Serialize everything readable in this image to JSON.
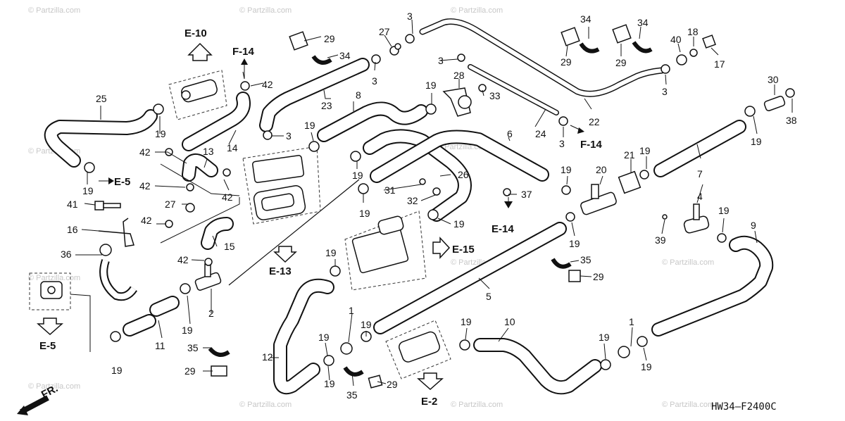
{
  "diagram": {
    "code": "HW34–F2400C",
    "front_label": "FR.",
    "watermark": "© Partzilla.com"
  },
  "refs": {
    "e10": "E-10",
    "f14a": "F-14",
    "e5a": "E-5",
    "e13": "E-13",
    "e15": "E-15",
    "e14": "E-14",
    "f14b": "F-14",
    "e5b": "E-5",
    "e2": "E-2"
  },
  "callouts": {
    "c25": "25",
    "c19a": "19",
    "c19b": "19",
    "c41": "41",
    "c16": "16",
    "c36": "36",
    "c42a": "42",
    "c14": "14",
    "c13": "13",
    "c42b": "42",
    "c42c": "42",
    "c27a": "27",
    "c42d": "42",
    "c42e": "42",
    "c15": "15",
    "c42f": "42",
    "c19c": "19",
    "c11": "11",
    "c19d": "19",
    "c2": "2",
    "c35a": "35",
    "c29a": "29",
    "c29b": "29",
    "c34a": "34",
    "c27b": "27",
    "c3a": "3",
    "c3b": "3",
    "c23": "23",
    "c8": "8",
    "c3c": "3",
    "c19e": "19",
    "c19f": "19",
    "c19g": "19",
    "c19h": "19",
    "c12": "12",
    "c19i": "19",
    "c35b": "35",
    "c19j": "19",
    "c29c": "29",
    "c3d": "3",
    "c28": "28",
    "c33": "33",
    "c19k": "19",
    "c26": "26",
    "c6": "6",
    "c31": "31",
    "c32": "32",
    "c37": "37",
    "c19l": "19",
    "c5": "5",
    "c24": "24",
    "c3e": "3",
    "c22": "22",
    "c34b": "34",
    "c29d": "29",
    "c34c": "34",
    "c29e": "29",
    "c40": "40",
    "c18": "18",
    "c17": "17",
    "c3f": "3",
    "c30": "30",
    "c38": "38",
    "c19m": "19",
    "c21": "21",
    "c19n": "19",
    "c7": "7",
    "c19o": "19",
    "c20": "20",
    "c19p": "19",
    "c4": "4",
    "c19q": "19",
    "c9": "9",
    "c39": "39",
    "c35c": "35",
    "c29f": "29",
    "c19r": "19",
    "c10": "10",
    "c19s": "19",
    "c19t": "19",
    "c1a": "1",
    "c1b": "1",
    "c19u": "19"
  }
}
